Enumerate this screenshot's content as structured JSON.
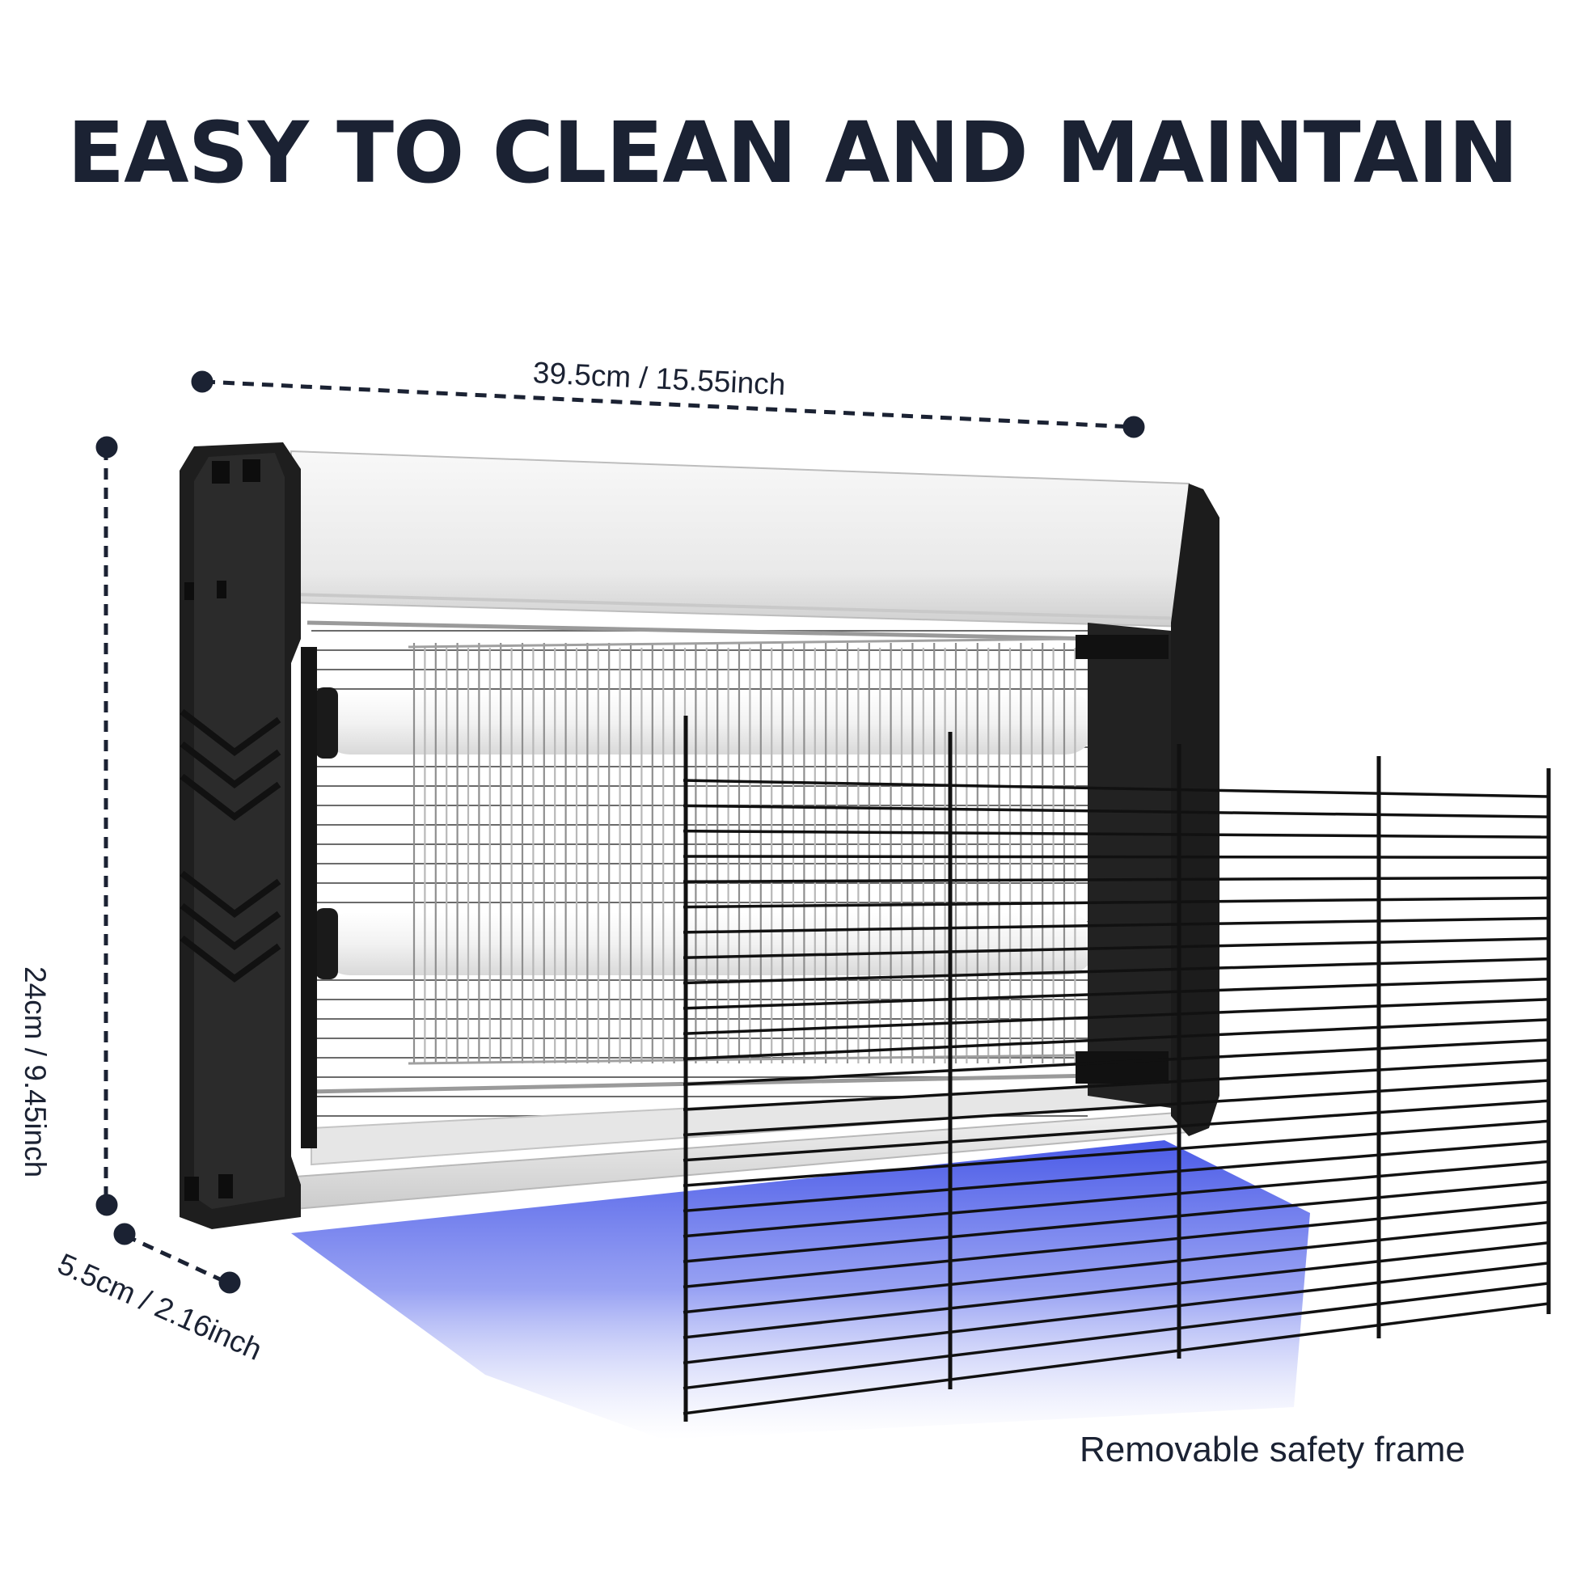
{
  "title": "EASY TO CLEAN AND MAINTAIN",
  "dimensions": {
    "width": "39.5cm / 15.55inch",
    "height": "24cm /  9.45inch",
    "depth": "5.5cm / 2.16inch"
  },
  "caption": "Removable safety frame",
  "colors": {
    "title": "#1b2233",
    "text": "#1b2233",
    "dimension_marker": "#1b2233",
    "uv_glow": "#4a5ae8",
    "housing": "#1e1e1e",
    "top_panel": "#eeeeee"
  }
}
